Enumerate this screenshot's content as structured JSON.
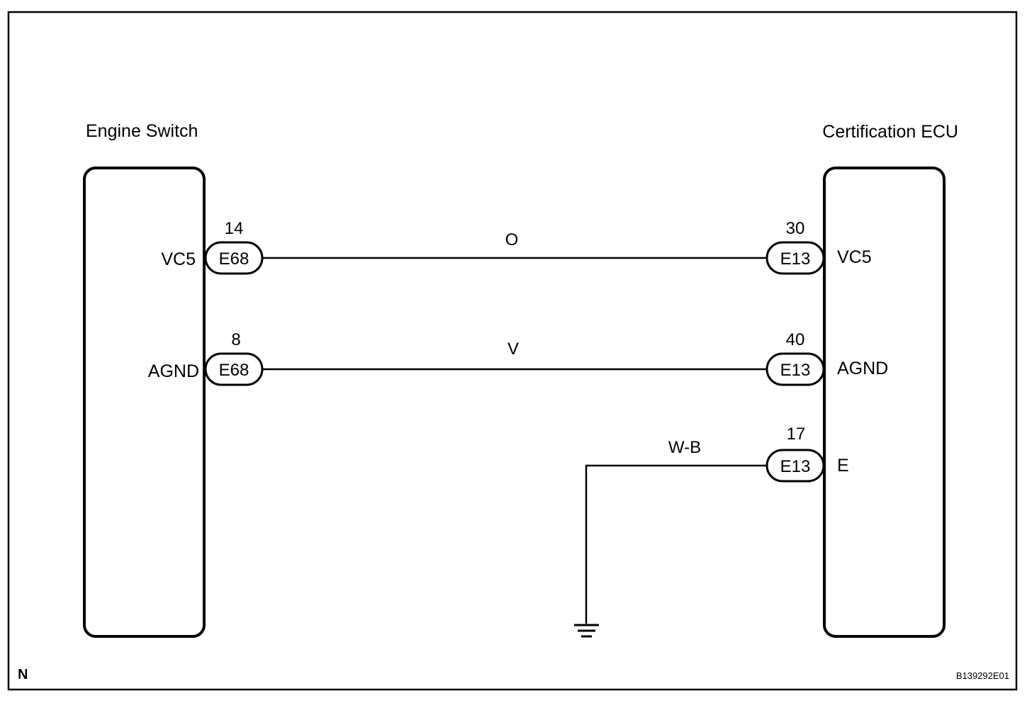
{
  "components": {
    "left": {
      "name": "Engine Switch"
    },
    "right": {
      "name": "Certification ECU"
    }
  },
  "wires": [
    {
      "color": "O",
      "left_pin": "14",
      "left_connector": "E68",
      "left_terminal": "VC5",
      "right_pin": "30",
      "right_connector": "E13",
      "right_terminal": "VC5"
    },
    {
      "color": "V",
      "left_pin": "8",
      "left_connector": "E68",
      "left_terminal": "AGND",
      "right_pin": "40",
      "right_connector": "E13",
      "right_terminal": "AGND"
    }
  ],
  "ground_wire": {
    "color": "W-B",
    "pin": "17",
    "connector": "E13",
    "terminal": "E"
  },
  "footer": {
    "left_mark": "N",
    "figure_code": "B139292E01"
  }
}
